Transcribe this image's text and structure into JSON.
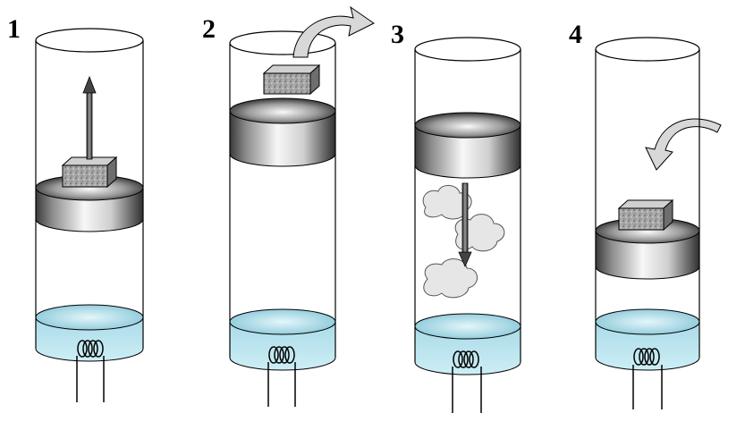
{
  "stages": [
    {
      "number": "1",
      "step": "weight-lifted",
      "block": "on-piston",
      "arrow": "up-arrow",
      "clouds": false
    },
    {
      "number": "2",
      "step": "weight-removed",
      "block": "above-piston",
      "arrow": "curved-out-arrow",
      "clouds": false
    },
    {
      "number": "3",
      "step": "piston-descends",
      "block": "none",
      "arrow": "down-arrow",
      "clouds": true
    },
    {
      "number": "4",
      "step": "weight-added",
      "block": "on-piston",
      "arrow": "curved-in-arrow",
      "clouds": false
    }
  ],
  "colors": {
    "cylinder_outline": "#000000",
    "water_top": "#9fd3e0",
    "water_body": "#b8e2ec",
    "piston_dark": "#333333",
    "piston_light": "#f5f5f5",
    "weight_block": "#9c9c9c",
    "arrow": "#555555",
    "cloud": "#e6e6e6"
  }
}
